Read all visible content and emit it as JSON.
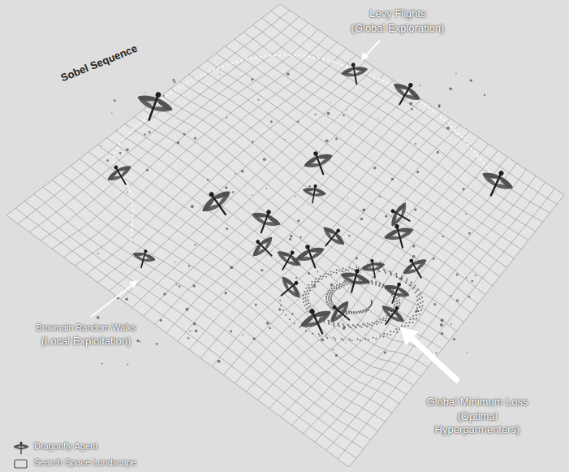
{
  "diagram": {
    "labels": [
      "Sobel Sequence",
      "Levy Flights",
      "(Global Exploration)",
      "Brownain Random Walks",
      "(Local Exploitation)",
      "Global Minimum Loss",
      "(Optimal Hyperparmenters)"
    ],
    "legend": [
      {
        "text": "Dragonfly Agent"
      },
      {
        "text": "Search Space Landscape"
      }
    ]
  }
}
